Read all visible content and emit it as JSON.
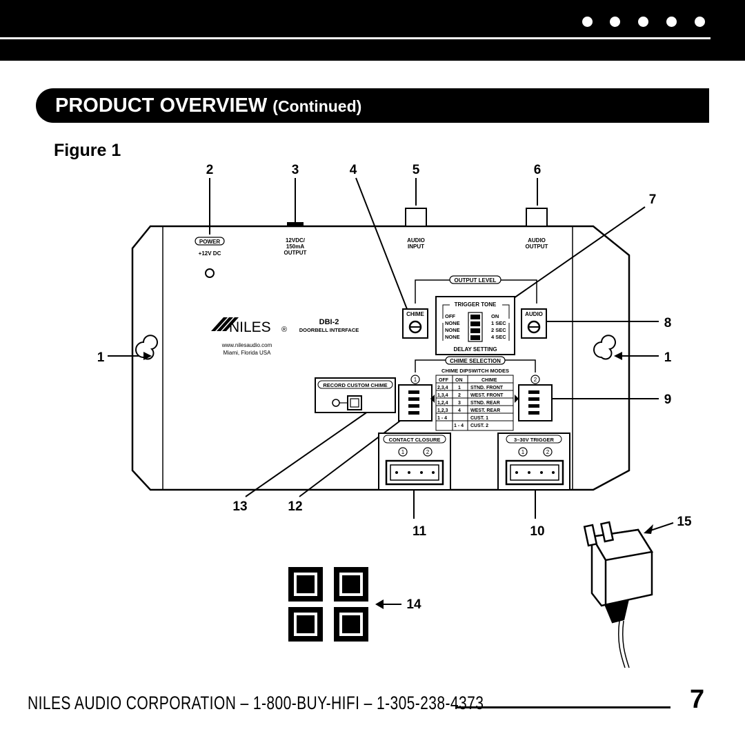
{
  "header": {
    "dots": 5
  },
  "section": {
    "title": "PRODUCT OVERVIEW",
    "subtitle": "(Continued)"
  },
  "figure": {
    "label": "Figure 1",
    "callouts": {
      "c1": "1",
      "c2": "2",
      "c3": "3",
      "c4": "4",
      "c5": "5",
      "c6": "6",
      "c7": "7",
      "c8": "8",
      "c9": "9",
      "c10": "10",
      "c11": "11",
      "c12": "12",
      "c13": "13",
      "c14": "14",
      "c15": "15"
    },
    "panel": {
      "power": "POWER",
      "power_sub": "+12V DC",
      "dc_out_1": "12VDC/",
      "dc_out_2": "150mA",
      "dc_out_3": "OUTPUT",
      "audio_input_1": "AUDIO",
      "audio_input_2": "INPUT",
      "audio_output_1": "AUDIO",
      "audio_output_2": "OUTPUT",
      "output_level": "OUTPUT LEVEL",
      "trigger_tone": "TRIGGER TONE",
      "delay_setting": "DELAY SETTING",
      "chime": "CHIME",
      "audio": "AUDIO",
      "left_opts": [
        "OFF",
        "NONE",
        "NONE",
        "NONE"
      ],
      "right_opts": [
        "ON",
        "1 SEC",
        "2 SEC",
        "4 SEC"
      ],
      "brand": "NILES",
      "registered": "®",
      "model": "DBI-2",
      "model_desc": "DOORBELL INTERFACE",
      "website": "www.nilesaudio.com",
      "location": "Miami, Florida USA",
      "record_custom": "RECORD CUSTOM CHIME",
      "chime_selection": "CHIME SELECTION",
      "dip_title": "CHIME DIPSWITCH MODES",
      "dip_headers": [
        "OFF",
        "ON",
        "CHIME"
      ],
      "dip_rows": [
        [
          "2,3,4",
          "1",
          "STND. FRONT"
        ],
        [
          "1,3,4",
          "2",
          "WEST. FRONT"
        ],
        [
          "1,2,4",
          "3",
          "STND. REAR"
        ],
        [
          "1,2,3",
          "4",
          "WEST. REAR"
        ],
        [
          "1 - 4",
          "",
          "CUST. 1"
        ],
        [
          "",
          "1 - 4",
          "CUST. 2"
        ]
      ],
      "circle_1": "1",
      "circle_2": "2",
      "contact_closure": "CONTACT CLOSURE",
      "trigger_3_30": "3–30V TRIGGER"
    }
  },
  "footer": {
    "text": "NILES AUDIO CORPORATION – 1-800-BUY-HIFI – 1-305-238-4373",
    "page": "7"
  }
}
